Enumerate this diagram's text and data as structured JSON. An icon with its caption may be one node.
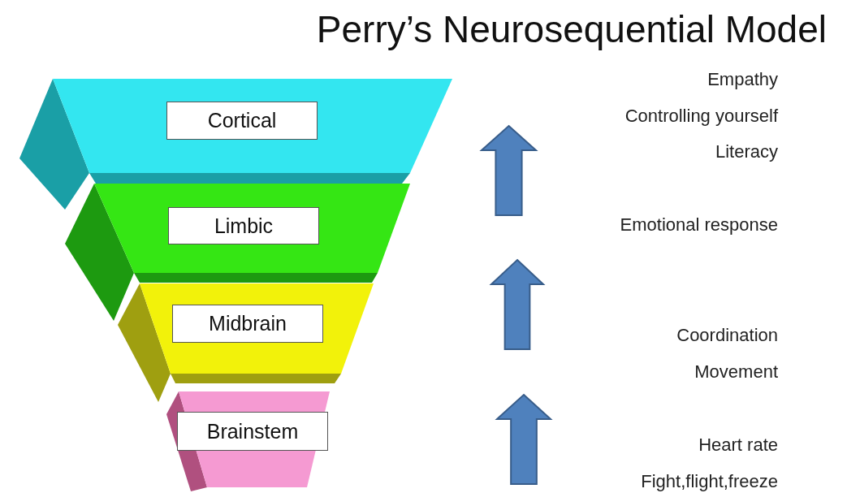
{
  "diagram": {
    "title": "Perry’s Neurosequential Model",
    "nodes": [
      {
        "text": [
          "Cortical"
        ]
      },
      {
        "text": [
          "Limbic"
        ]
      },
      {
        "text": [
          "Midbrain"
        ]
      },
      {
        "text": [
          "Brainstem"
        ]
      }
    ],
    "labels": [
      "Empathy",
      "Controlling yourself",
      "Literacy",
      "Emotional response",
      "Coordination",
      "Movement",
      "Heart rate",
      "Fight,flight,freeze"
    ]
  }
}
